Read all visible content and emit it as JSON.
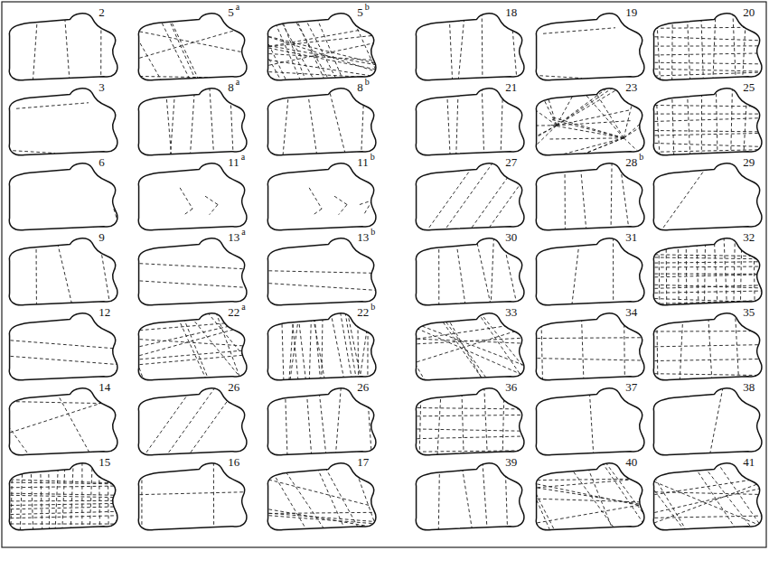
{
  "diagram": {
    "labels": [
      "2",
      "5",
      "a",
      "5",
      "b",
      "18",
      "19",
      "20",
      "3",
      "8",
      "a",
      "8",
      "b",
      "21",
      "23",
      "25",
      "6",
      "11",
      "a",
      "11",
      "b",
      "27",
      "28",
      "b",
      "29",
      "9",
      "13",
      "a",
      "13",
      "b",
      "30",
      "31",
      "32",
      "12",
      "22",
      "a",
      "22",
      "b",
      "33",
      "34",
      "35",
      "14",
      "26",
      "26",
      "36",
      "37",
      "38",
      "15",
      "16",
      "17",
      "39",
      "40",
      "41"
    ]
  }
}
